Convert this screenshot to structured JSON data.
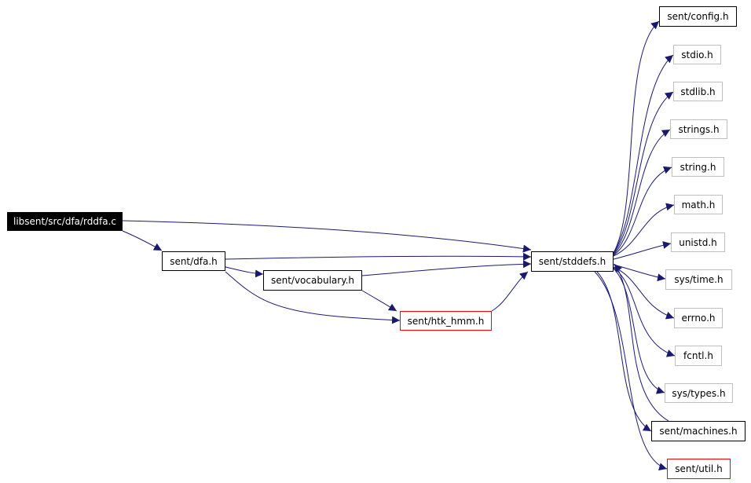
{
  "colors": {
    "edge": "#191970",
    "root_fill": "#000000",
    "root_text": "#ffffff",
    "border_documented": "#000000",
    "border_truncated": "#ff0000",
    "border_external": "#bfbfbf"
  },
  "nodes": [
    {
      "id": "rddfa",
      "label": "libsent/src/dfa/rddfa.c",
      "style": "root"
    },
    {
      "id": "dfa",
      "label": "sent/dfa.h",
      "style": "documented"
    },
    {
      "id": "vocab",
      "label": "sent/vocabulary.h",
      "style": "documented"
    },
    {
      "id": "htk",
      "label": "sent/htk_hmm.h",
      "style": "truncated"
    },
    {
      "id": "stddefs",
      "label": "sent/stddefs.h",
      "style": "documented"
    },
    {
      "id": "config",
      "label": "sent/config.h",
      "style": "documented"
    },
    {
      "id": "stdio",
      "label": "stdio.h",
      "style": "external"
    },
    {
      "id": "stdlib",
      "label": "stdlib.h",
      "style": "external"
    },
    {
      "id": "strings",
      "label": "strings.h",
      "style": "external"
    },
    {
      "id": "string",
      "label": "string.h",
      "style": "external"
    },
    {
      "id": "math",
      "label": "math.h",
      "style": "external"
    },
    {
      "id": "unistd",
      "label": "unistd.h",
      "style": "external"
    },
    {
      "id": "systime",
      "label": "sys/time.h",
      "style": "external"
    },
    {
      "id": "errno",
      "label": "errno.h",
      "style": "external"
    },
    {
      "id": "fcntl",
      "label": "fcntl.h",
      "style": "external"
    },
    {
      "id": "systypes",
      "label": "sys/types.h",
      "style": "external"
    },
    {
      "id": "machines",
      "label": "sent/machines.h",
      "style": "documented"
    },
    {
      "id": "util",
      "label": "sent/util.h",
      "style": "truncated"
    }
  ],
  "edges": [
    {
      "from": "rddfa",
      "to": "stddefs"
    },
    {
      "from": "rddfa",
      "to": "dfa"
    },
    {
      "from": "dfa",
      "to": "stddefs"
    },
    {
      "from": "dfa",
      "to": "vocab"
    },
    {
      "from": "dfa",
      "to": "htk"
    },
    {
      "from": "vocab",
      "to": "stddefs"
    },
    {
      "from": "vocab",
      "to": "htk"
    },
    {
      "from": "htk",
      "to": "stddefs"
    },
    {
      "from": "stddefs",
      "to": "config"
    },
    {
      "from": "stddefs",
      "to": "stdio"
    },
    {
      "from": "stddefs",
      "to": "stdlib"
    },
    {
      "from": "stddefs",
      "to": "strings"
    },
    {
      "from": "stddefs",
      "to": "string"
    },
    {
      "from": "stddefs",
      "to": "math"
    },
    {
      "from": "stddefs",
      "to": "unistd"
    },
    {
      "from": "stddefs",
      "to": "systime"
    },
    {
      "from": "stddefs",
      "to": "errno"
    },
    {
      "from": "stddefs",
      "to": "fcntl"
    },
    {
      "from": "stddefs",
      "to": "systypes"
    },
    {
      "from": "stddefs",
      "to": "machines"
    },
    {
      "from": "stddefs",
      "to": "util"
    },
    {
      "from": "machines",
      "to": "stddefs"
    }
  ]
}
